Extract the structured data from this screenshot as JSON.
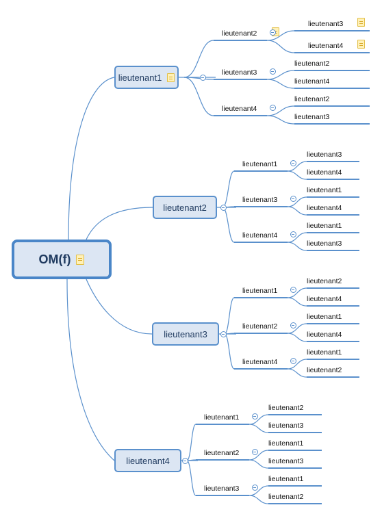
{
  "root": {
    "label": "OM(f)"
  },
  "branches": [
    {
      "label": "lieutenant1",
      "children": [
        {
          "label": "lieutenant2",
          "leaves": [
            "lieutenant3",
            "lieutenant4"
          ]
        },
        {
          "label": "lieutenant3",
          "leaves": [
            "lieutenant2",
            "lieutenant4"
          ]
        },
        {
          "label": "lieutenant4",
          "leaves": [
            "lieutenant2",
            "lieutenant3"
          ]
        }
      ]
    },
    {
      "label": "lieutenant2",
      "children": [
        {
          "label": "lieutenant1",
          "leaves": [
            "lieutenant3",
            "lieutenant4"
          ]
        },
        {
          "label": "lieutenant3",
          "leaves": [
            "lieutenant1",
            "lieutenant4"
          ]
        },
        {
          "label": "lieutenant4",
          "leaves": [
            "lieutenant1",
            "lieutenant3"
          ]
        }
      ]
    },
    {
      "label": "lieutenant3",
      "children": [
        {
          "label": "lieutenant1",
          "leaves": [
            "lieutenant2",
            "lieutenant4"
          ]
        },
        {
          "label": "lieutenant2",
          "leaves": [
            "lieutenant1",
            "lieutenant4"
          ]
        },
        {
          "label": "lieutenant4",
          "leaves": [
            "lieutenant1",
            "lieutenant2"
          ]
        }
      ]
    },
    {
      "label": "lieutenant4",
      "children": [
        {
          "label": "lieutenant1",
          "leaves": [
            "lieutenant2",
            "lieutenant3"
          ]
        },
        {
          "label": "lieutenant2",
          "leaves": [
            "lieutenant1",
            "lieutenant3"
          ]
        },
        {
          "label": "lieutenant3",
          "leaves": [
            "lieutenant1",
            "lieutenant2"
          ]
        }
      ]
    }
  ],
  "colors": {
    "line": "#5a90cc",
    "node_fill": "#dce6f3",
    "node_border": "#4a86c8"
  }
}
